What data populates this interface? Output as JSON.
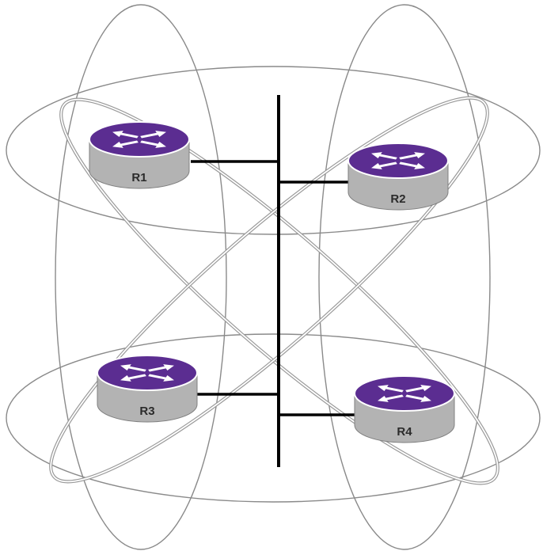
{
  "routers": [
    {
      "id": "r1",
      "label": "R1"
    },
    {
      "id": "r2",
      "label": "R2"
    },
    {
      "id": "r3",
      "label": "R3"
    },
    {
      "id": "r4",
      "label": "R4"
    }
  ],
  "colors": {
    "router_top": "#5b2d91",
    "router_body": "#b3b3b3",
    "ring": "#8a8a8a",
    "bus": "#000000"
  },
  "icons": {
    "router": "router-arrows-icon"
  }
}
